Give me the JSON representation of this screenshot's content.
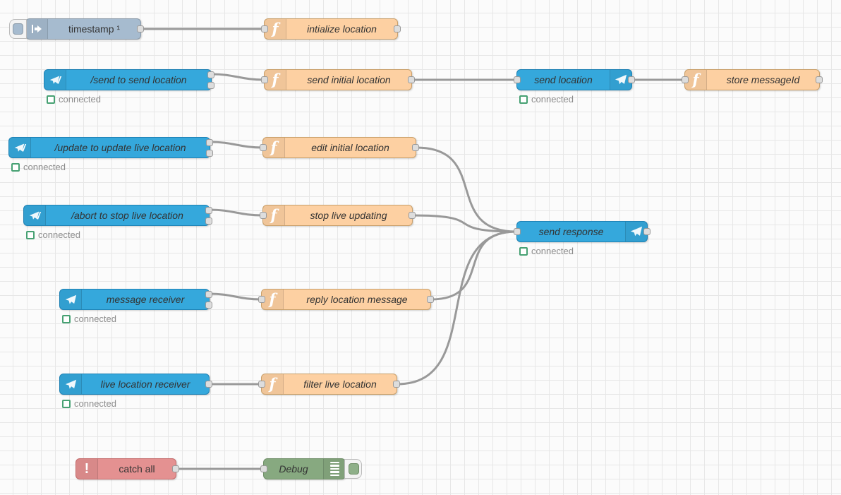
{
  "app": {
    "name": "Node-RED flow editor canvas"
  },
  "colors": {
    "inject_node": "#a6bbcf",
    "function_node": "#fdd0a2",
    "telegram_node": "#35a8dc",
    "catch_node": "#e49191",
    "debug_node": "#87a980",
    "wire": "#999999",
    "status_green": "#47a173",
    "status_text": "#8c8c8c",
    "grid_line": "#e7e7e7"
  },
  "icons": {
    "function_glyph": "f",
    "catch_glyph": "!",
    "command_slash": "/",
    "plane": "telegram-plane-icon",
    "inject": "inject-arrow-icon",
    "debug": "debug-list-icon"
  },
  "nodes": [
    {
      "label": "timestamp ¹"
    },
    {
      "label": "intialize location"
    },
    {
      "label": "/send to send location",
      "status": "connected"
    },
    {
      "label": "send initial location"
    },
    {
      "label": "send location",
      "status": "connected"
    },
    {
      "label": "store messageId"
    },
    {
      "label": "/update to update live location",
      "status": "connected"
    },
    {
      "label": "edit initial location"
    },
    {
      "label": "/abort to stop live location",
      "status": "connected"
    },
    {
      "label": "stop live updating"
    },
    {
      "label": "send response",
      "status": "connected"
    },
    {
      "label": "message receiver",
      "status": "connected"
    },
    {
      "label": "reply location message"
    },
    {
      "label": "live location receiver",
      "status": "connected"
    },
    {
      "label": "filter live location"
    },
    {
      "label": "catch all"
    },
    {
      "label": "Debug"
    }
  ]
}
